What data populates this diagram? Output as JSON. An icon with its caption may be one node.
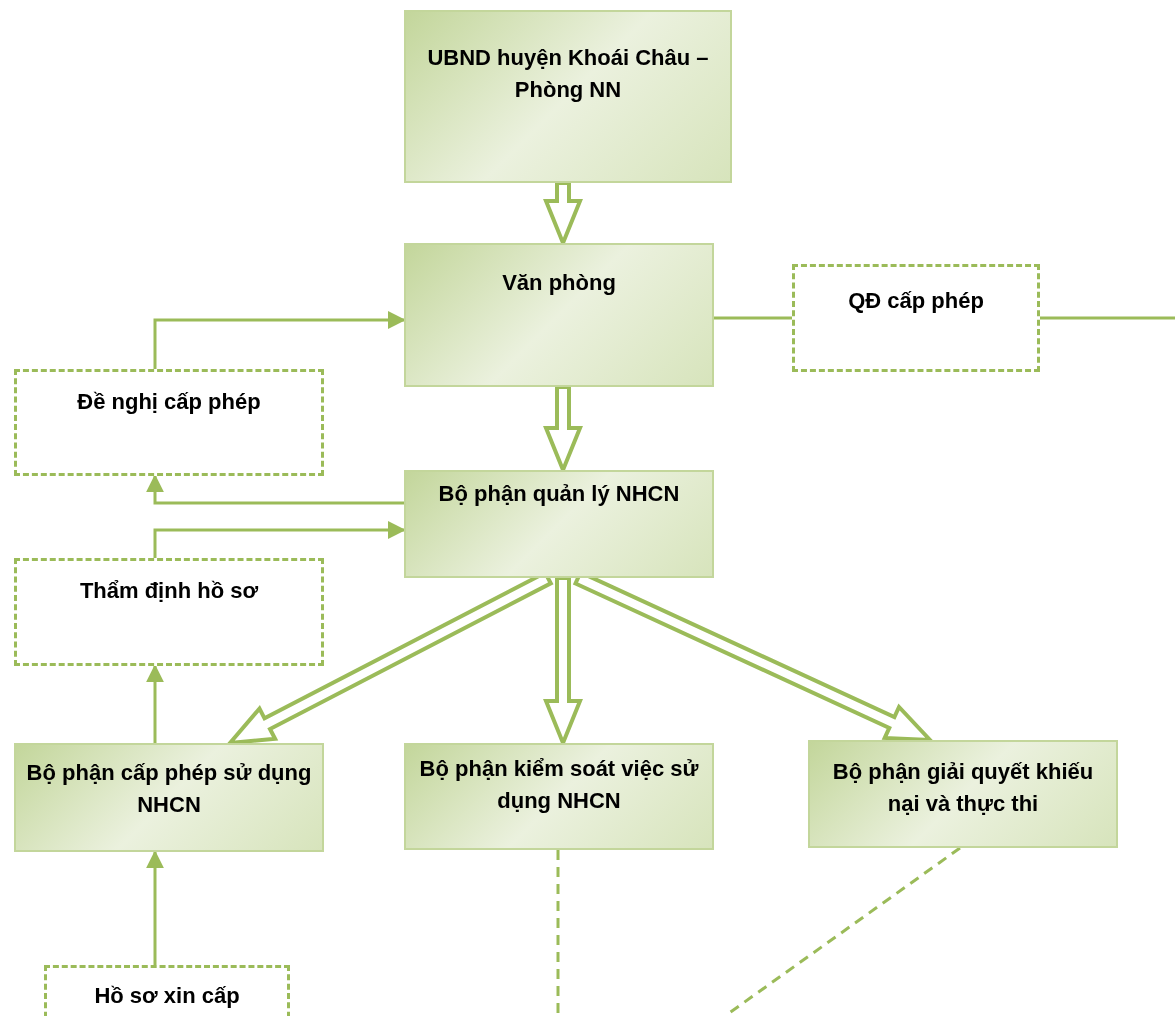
{
  "diagram": {
    "nodes": [
      {
        "text": [
          "UBND huyện Khoái Châu – Phòng NN"
        ]
      },
      {
        "text": [
          "Văn phòng"
        ]
      },
      {
        "text": [
          "QĐ cấp phép"
        ]
      },
      {
        "text": [
          "Đề nghị cấp phép"
        ]
      },
      {
        "text": [
          "Bộ phận quản lý NHCN"
        ]
      },
      {
        "text": [
          "Thẩm định hồ sơ"
        ]
      },
      {
        "text": [
          "Bộ phận cấp phép sử dụng NHCN"
        ]
      },
      {
        "text": [
          "Bộ phận kiểm soát việc sử dụng NHCN"
        ]
      },
      {
        "text": [
          "Bộ phận giải quyết khiếu nại và thực thi"
        ]
      },
      {
        "text": [
          "Hồ sơ xin cấp"
        ]
      }
    ],
    "edges": [
      {
        "from": 0,
        "to": 1,
        "arrow": "to",
        "style": "thick"
      },
      {
        "from": 1,
        "to": 4,
        "arrow": "to",
        "style": "thick"
      },
      {
        "from": 3,
        "to": 1,
        "arrow": "to"
      },
      {
        "from": 1,
        "to": 2,
        "arrow": "none"
      },
      {
        "from": 2,
        "to": null,
        "arrow": "none"
      },
      {
        "from": 4,
        "to": 3,
        "arrow": "to"
      },
      {
        "from": 5,
        "to": 4,
        "arrow": "to"
      },
      {
        "from": 4,
        "to": 6,
        "arrow": "to",
        "style": "thick"
      },
      {
        "from": 4,
        "to": 7,
        "arrow": "to",
        "style": "thick"
      },
      {
        "from": 4,
        "to": 8,
        "arrow": "to",
        "style": "thick"
      },
      {
        "from": 6,
        "to": 5,
        "arrow": "to"
      },
      {
        "from": 9,
        "to": 6,
        "arrow": "to"
      },
      {
        "from": 7,
        "to": null,
        "arrow": "none",
        "style": "dashed"
      },
      {
        "from": 8,
        "to": null,
        "arrow": "none",
        "style": "dashed"
      }
    ]
  }
}
